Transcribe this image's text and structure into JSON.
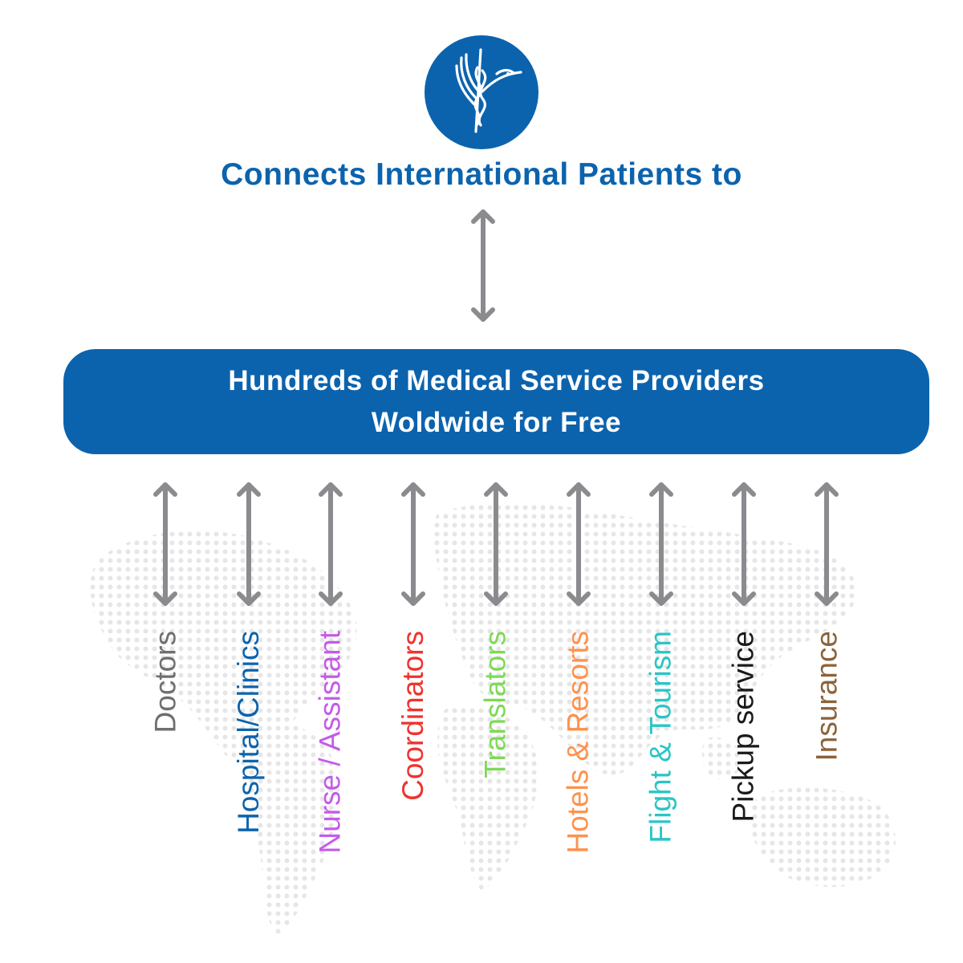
{
  "headline": "Connects International Patients to",
  "banner": {
    "line1": "Hundreds of Medical Service Providers",
    "line2": "Woldwide for Free"
  },
  "logo": {
    "icon": "hummingbird-caduceus-icon"
  },
  "colors": {
    "brand": "#0c63ad",
    "arrow": "#8b8b8f"
  },
  "categories": [
    {
      "label": "Doctors",
      "color": "#6f6f6f"
    },
    {
      "label": "Hospital/Clinics",
      "color": "#0c63ad"
    },
    {
      "label": "Nurse / Assistant",
      "color": "#c55be8"
    },
    {
      "label": "Coordinators",
      "color": "#f0322f"
    },
    {
      "label": "Translators",
      "color": "#7ed957"
    },
    {
      "label": "Hotels & Resorts",
      "color": "#ff914d"
    },
    {
      "label": "Flight & Tourism",
      "color": "#29c5c5"
    },
    {
      "label": "Pickup service",
      "color": "#1a1a1a"
    },
    {
      "label": "Insurance",
      "color": "#8c6239"
    }
  ]
}
